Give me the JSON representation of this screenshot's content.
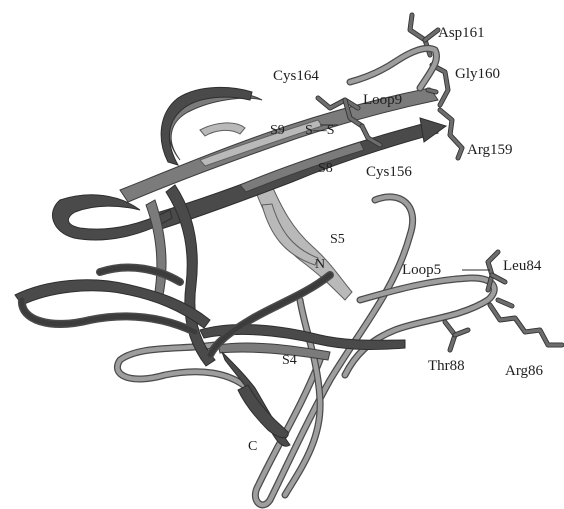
{
  "labels": {
    "asp161": "Asp161",
    "gly160": "Gly160",
    "cys164": "Cys164",
    "loop9": "Loop9",
    "s9": "S9",
    "ss": "S—S",
    "arg159": "Arg159",
    "s8": "S8",
    "cys156": "Cys156",
    "s5": "S5",
    "n_term": "N",
    "loop5": "Loop5",
    "leu84": "Leu84",
    "s4": "S4",
    "thr88": "Thr88",
    "arg86": "Arg86",
    "c_term": "C"
  },
  "colors": {
    "ribbon_dark": "#4a4a4a",
    "ribbon_mid": "#7b7b7b",
    "ribbon_light": "#b9b9b9",
    "background": "#ffffff"
  }
}
